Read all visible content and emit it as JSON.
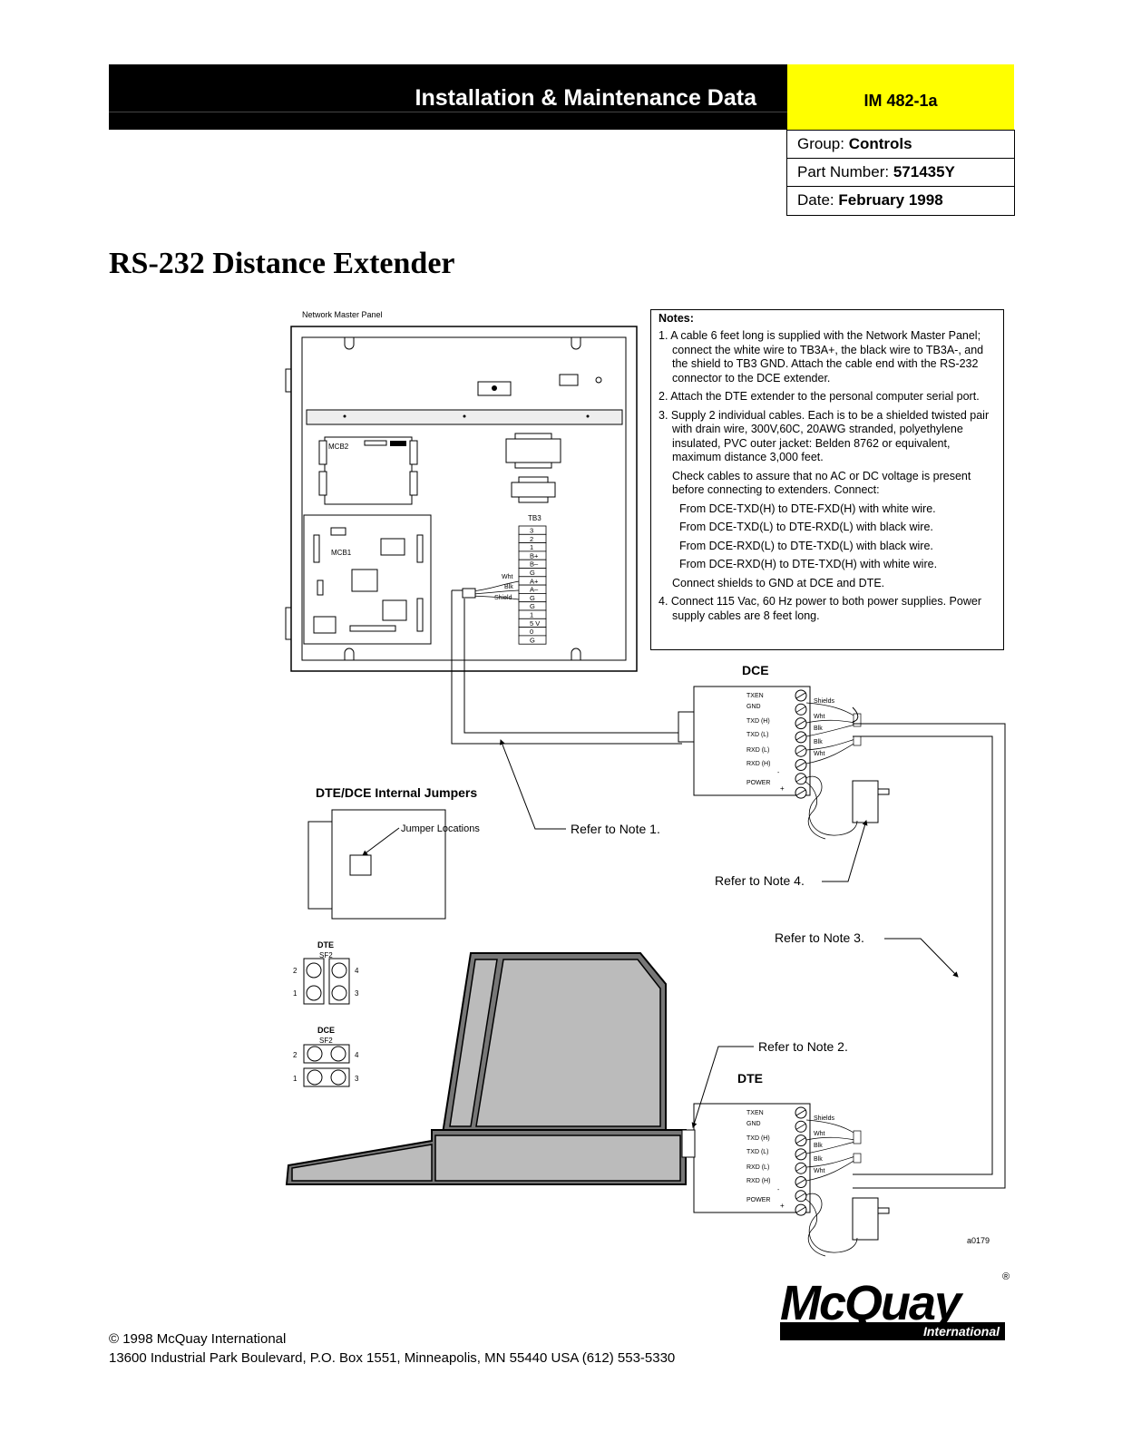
{
  "header": {
    "title": "Installation & Maintenance Data",
    "doc_number": "IM 482-1a"
  },
  "info": {
    "group_label": "Group:",
    "group_value": "Controls",
    "part_label": "Part Number:",
    "part_value": "571435Y",
    "date_label": "Date:",
    "date_value": "February 1998"
  },
  "title": "RS-232 Distance Extender",
  "notes": {
    "heading": "Notes:",
    "n1": "1. A cable 6 feet long is supplied with the Network Master Panel; connect the white wire to TB3A+, the black wire to TB3A-, and the shield to TB3 GND. Attach the cable end with the RS-232 connector to the DCE extender.",
    "n2": "2. Attach the DTE extender to the personal computer serial port.",
    "n3": "3. Supply 2 individual cables. Each is to be a shielded twisted pair with drain wire, 300V,60C, 20AWG stranded, polyethylene insulated, PVC outer jacket: Belden 8762 or equivalent, maximum distance 3,000 feet.",
    "n3b": "Check cables to assure that no AC or DC voltage is present before connecting to extenders. Connect:",
    "c1": "From DCE-TXD(H) to DTE-FXD(H) with white wire.",
    "c2": "From DCE-TXD(L) to DTE-RXD(L) with black wire.",
    "c3": "From DCE-RXD(L) to DTE-TXD(L) with black wire.",
    "c4": "From DCE-RXD(H) to DTE-TXD(H) with white wire.",
    "n3c": "Connect shields to GND at DCE and DTE.",
    "n4": "4. Connect 115 Vac, 60 Hz power to both power supplies. Power supply cables are 8 feet long."
  },
  "diagram": {
    "panel_label": "Network Master Panel",
    "mcb2": "MCB2",
    "mcb1": "MCB1",
    "tb3": "TB3",
    "tb3_terms": [
      "3",
      "2",
      "1",
      "B+",
      "B–",
      "G",
      "A+",
      "A–",
      "G",
      "G",
      "1",
      "5 V",
      "0",
      "G"
    ],
    "wire_wht": "Wht",
    "wire_blk": "Blk",
    "wire_shield": "Shield",
    "dce_title": "DCE",
    "dte_title": "DTE",
    "ext_terms": [
      "TXEN",
      "GND",
      "TXD (H)",
      "TXD (L)",
      "RXD (L)",
      "RXD (H)",
      "POWER"
    ],
    "minus": "-",
    "plus": "+",
    "shields": "Shields",
    "dce_wires": [
      "Wht",
      "Blk",
      "Blk",
      "Wht"
    ],
    "dte_wires": [
      "Wht",
      "Blk",
      "Blk",
      "Wht"
    ],
    "jumpers_title": "DTE/DCE Internal Jumpers",
    "jumper_locations": "Jumper Locations",
    "note1": "Refer to Note 1.",
    "note2": "Refer to Note 2.",
    "note3": "Refer to Note 3.",
    "note4": "Refer to Note 4.",
    "sf_dte": "DTE",
    "sf_dce": "DCE",
    "sf2": "SF2",
    "pins": [
      "2",
      "4",
      "1",
      "3"
    ],
    "fig_id": "a0179"
  },
  "logo": {
    "name": "McQuay",
    "sub": "International",
    "reg": "®"
  },
  "footer": {
    "copyright": "© 1998 McQuay International",
    "address": "13600 Industrial Park Boulevard, P.O. Box 1551, Minneapolis, MN 55440 USA (612) 553-5330"
  }
}
